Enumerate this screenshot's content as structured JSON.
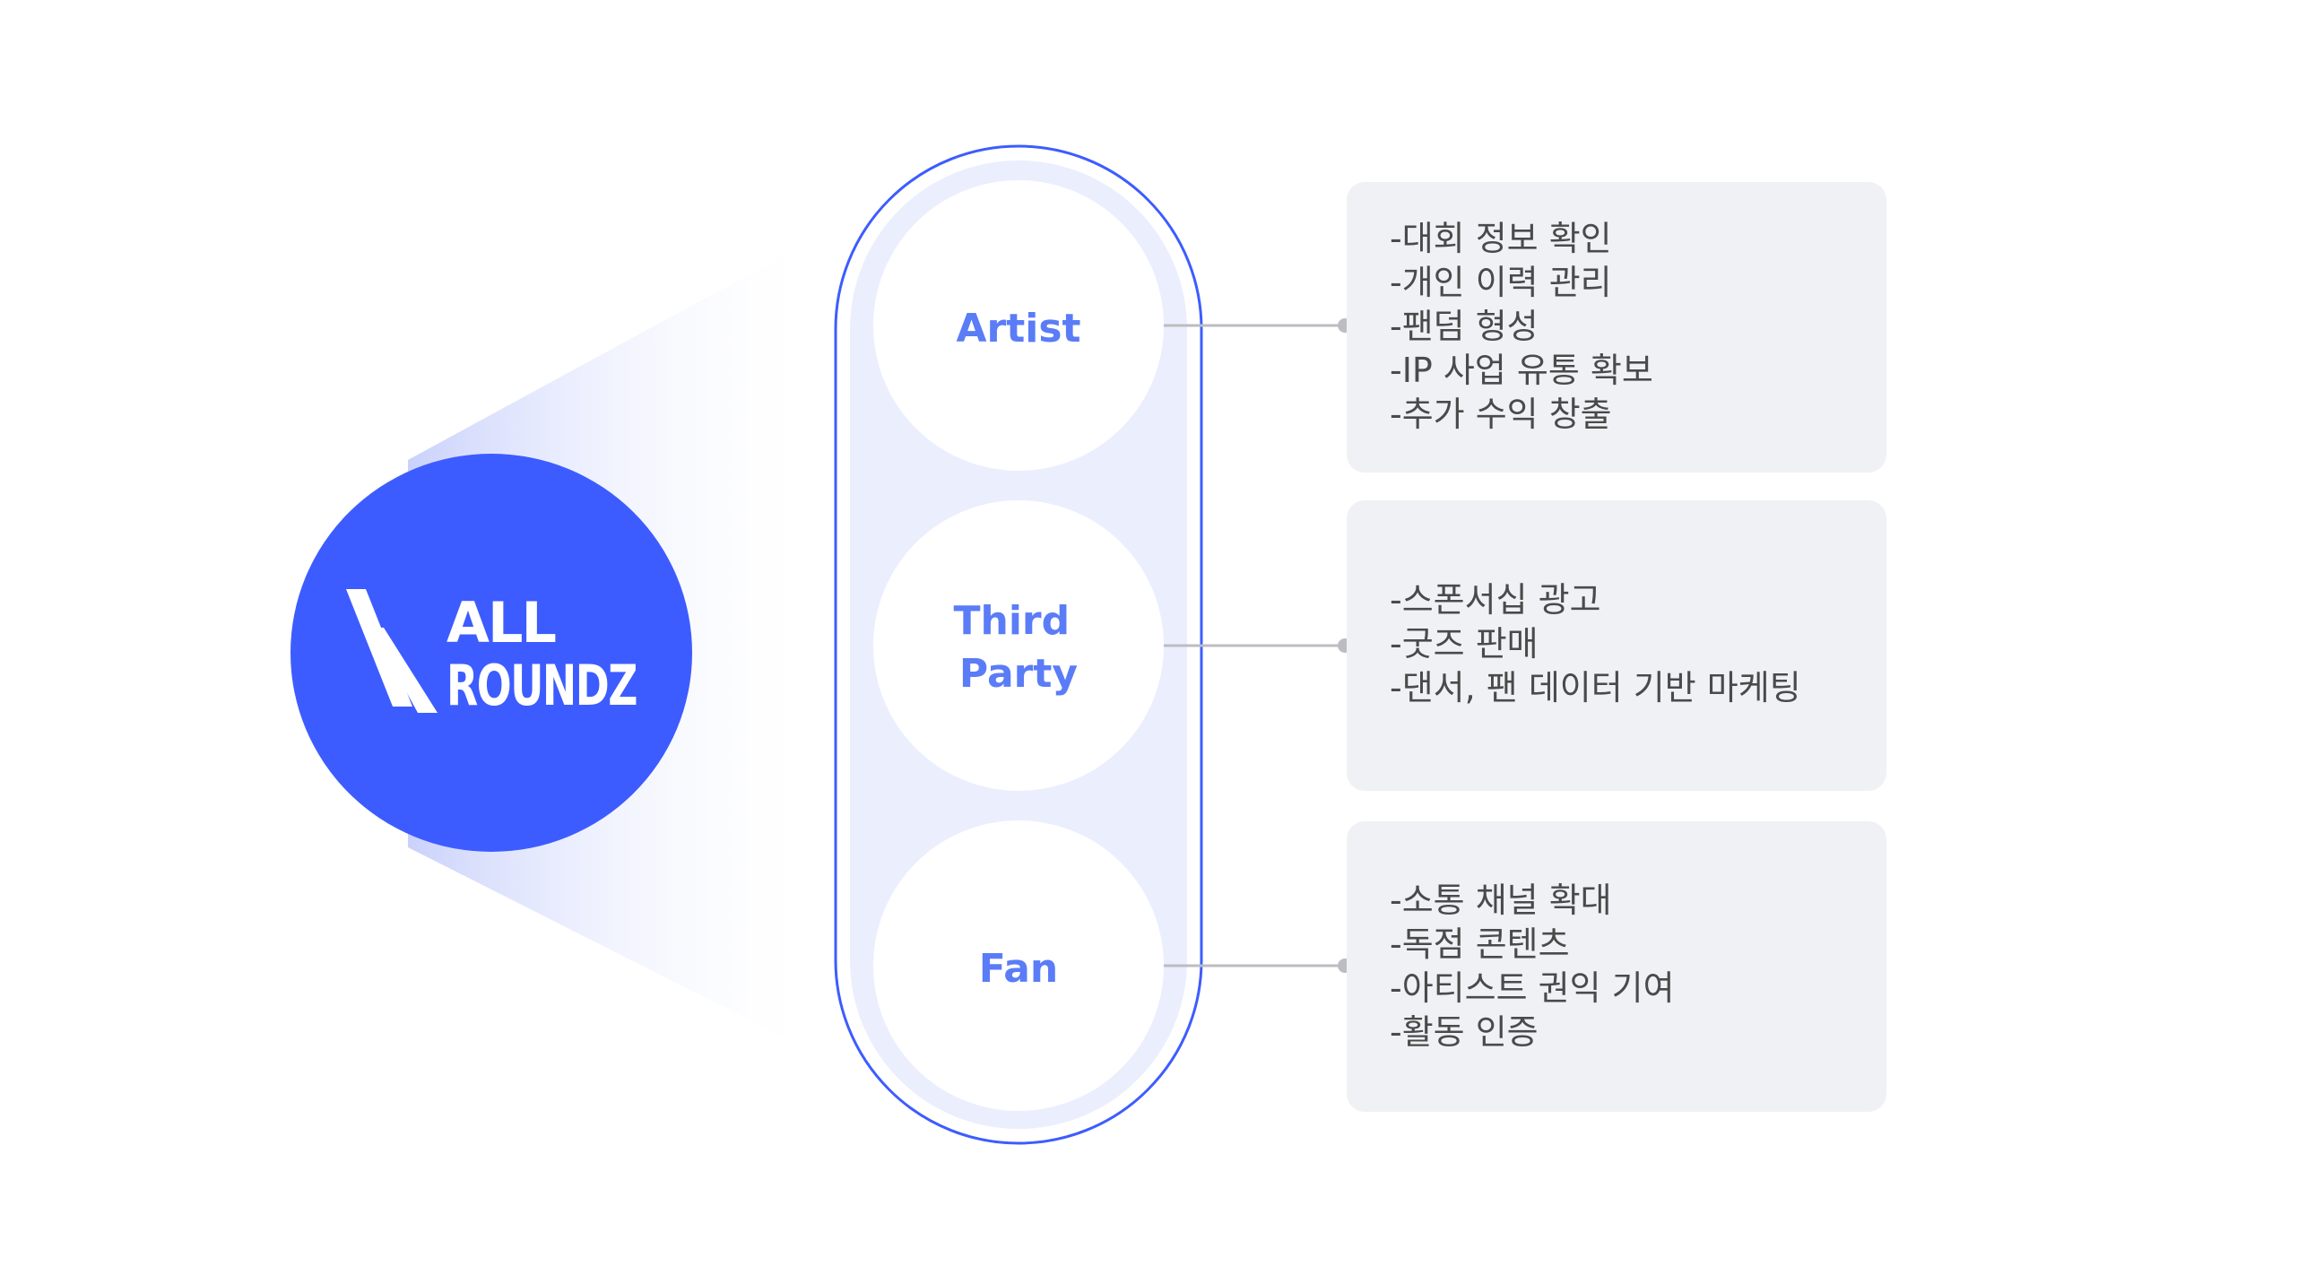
{
  "logo": {
    "line1": "ALL",
    "line2": "ROUNDZ"
  },
  "nodes": [
    {
      "label_lines": [
        "Artist"
      ],
      "benefits": [
        "-대회 정보 확인",
        "-개인 이력 관리",
        "-팬덤 형성",
        "-IP 사업 유통 확보",
        "-추가 수익 창출"
      ]
    },
    {
      "label_lines": [
        "Third",
        "Party"
      ],
      "benefits": [
        "-스폰서십 광고",
        "-굿즈 판매",
        "-댄서, 팬 데이터 기반 마케팅"
      ]
    },
    {
      "label_lines": [
        "Fan"
      ],
      "benefits": [
        "-소통 채널 확대",
        "-독점 콘텐츠",
        "-아티스트 권익 기여",
        "-활동 인증"
      ]
    }
  ],
  "colors": {
    "brand": "#3d5cff",
    "label": "#5b7cf7",
    "capsule_fill": "#ebeefd",
    "capsule_stroke": "#3d5cff",
    "box_fill": "#f0f1f5",
    "text": "#4a4a4a",
    "connector": "#bcbcc2"
  }
}
